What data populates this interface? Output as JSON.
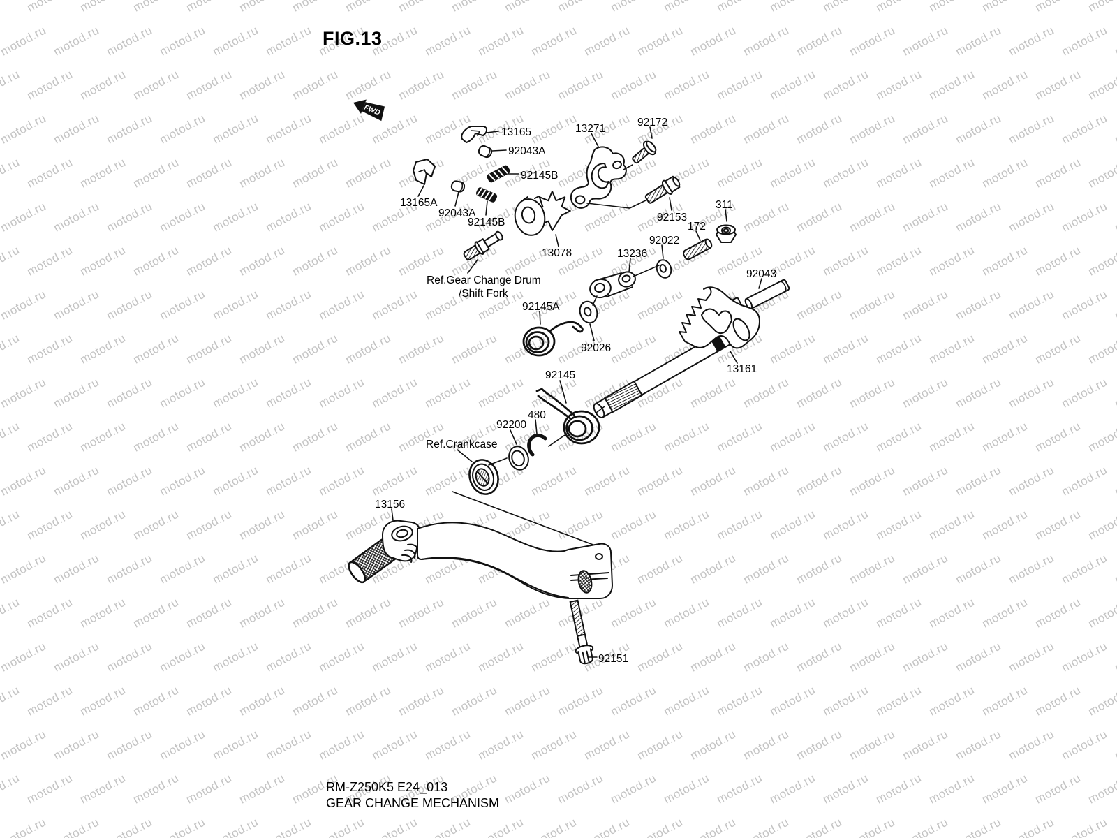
{
  "figure": {
    "title": "FIG.13",
    "direction_label": "FWD"
  },
  "watermark": {
    "text": "motod.ru",
    "color": "#c3c3c3"
  },
  "footer": {
    "model_code": "RM-Z250K5 E24_013",
    "diagram_title": "GEAR CHANGE MECHANISM"
  },
  "part_labels": [
    {
      "text": "13165"
    },
    {
      "text": "92043A"
    },
    {
      "text": "92145B"
    },
    {
      "text": "13165A"
    },
    {
      "text": "92043A"
    },
    {
      "text": "92145B"
    },
    {
      "text": "13078"
    },
    {
      "text": "13271"
    },
    {
      "text": "92172"
    },
    {
      "text": "92153"
    },
    {
      "text": "172"
    },
    {
      "text": "311"
    },
    {
      "text": "92022"
    },
    {
      "text": "13236"
    },
    {
      "text": "92043"
    },
    {
      "text": "Ref.Gear Change Drum"
    },
    {
      "text": "/Shift Fork"
    },
    {
      "text": "92145A"
    },
    {
      "text": "92026"
    },
    {
      "text": "13161"
    },
    {
      "text": "92145"
    },
    {
      "text": "480"
    },
    {
      "text": "92200"
    },
    {
      "text": "Ref.Crankcase"
    },
    {
      "text": "13156"
    },
    {
      "text": "92151"
    }
  ]
}
